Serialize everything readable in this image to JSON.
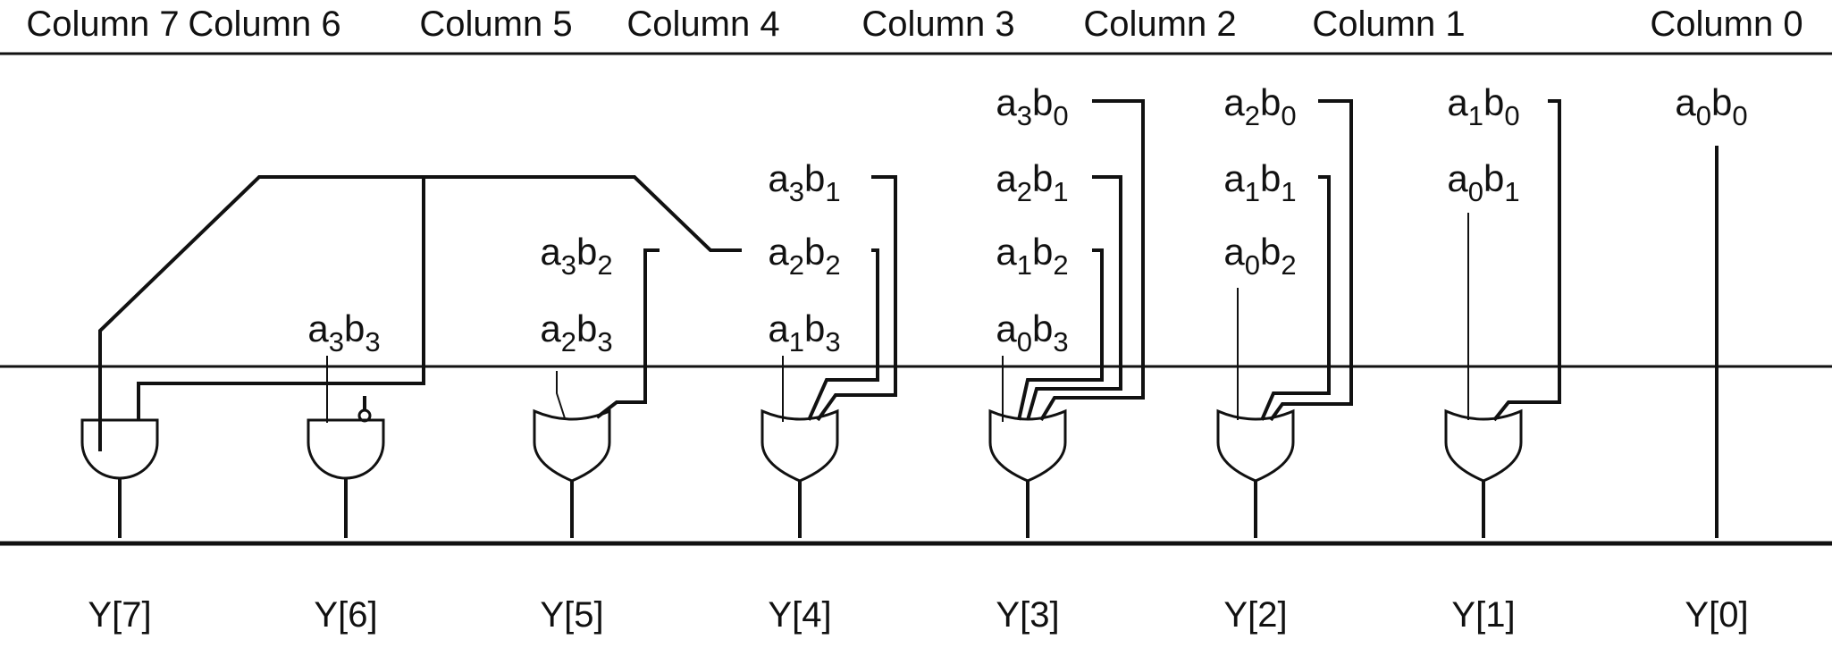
{
  "headers": [
    "Column 7",
    "Column 6",
    "Column 5",
    "Column 4",
    "Column 3",
    "Column 2",
    "Column 1",
    "Column 0"
  ],
  "outputs": [
    "Y[7]",
    "Y[6]",
    "Y[5]",
    "Y[4]",
    "Y[3]",
    "Y[2]",
    "Y[1]",
    "Y[0]"
  ],
  "terms": [
    {
      "id": "a3b0",
      "a": "3",
      "b": "0"
    },
    {
      "id": "a2b0",
      "a": "2",
      "b": "0"
    },
    {
      "id": "a1b0",
      "a": "1",
      "b": "0"
    },
    {
      "id": "a0b0",
      "a": "0",
      "b": "0"
    },
    {
      "id": "a3b1",
      "a": "3",
      "b": "1"
    },
    {
      "id": "a2b1",
      "a": "2",
      "b": "1"
    },
    {
      "id": "a1b1",
      "a": "1",
      "b": "1"
    },
    {
      "id": "a0b1",
      "a": "0",
      "b": "1"
    },
    {
      "id": "a3b2",
      "a": "3",
      "b": "2"
    },
    {
      "id": "a2b2",
      "a": "2",
      "b": "2"
    },
    {
      "id": "a1b2",
      "a": "1",
      "b": "2"
    },
    {
      "id": "a0b2",
      "a": "0",
      "b": "2"
    },
    {
      "id": "a3b3",
      "a": "3",
      "b": "3"
    },
    {
      "id": "a2b3",
      "a": "2",
      "b": "3"
    },
    {
      "id": "a1b3",
      "a": "1",
      "b": "3"
    },
    {
      "id": "a0b3",
      "a": "0",
      "b": "3"
    }
  ],
  "gates": [
    {
      "column": "Column 7",
      "type": "AND"
    },
    {
      "column": "Column 6",
      "type": "AND with inverted input"
    },
    {
      "column": "Column 5",
      "type": "OR"
    },
    {
      "column": "Column 4",
      "type": "OR"
    },
    {
      "column": "Column 3",
      "type": "OR"
    },
    {
      "column": "Column 2",
      "type": "OR"
    },
    {
      "column": "Column 1",
      "type": "OR"
    }
  ]
}
